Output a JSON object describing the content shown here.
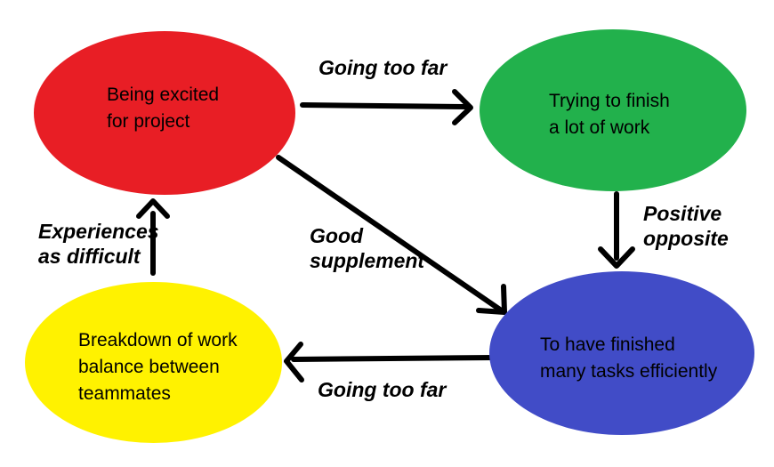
{
  "diagram": {
    "background_color": "#ffffff",
    "arrow_color": "#000000",
    "text_color": "#000000",
    "nodes": [
      {
        "id": "being-excited",
        "color": "#e81e25",
        "lines": [
          "Being excited",
          "for project"
        ]
      },
      {
        "id": "trying-finish",
        "color": "#22b14c",
        "lines": [
          "Trying to finish",
          "a lot of work"
        ]
      },
      {
        "id": "finished-tasks",
        "color": "#414cc7",
        "lines": [
          "To have finished",
          "many tasks efficiently"
        ]
      },
      {
        "id": "breakdown",
        "color": "#fff200",
        "lines": [
          "Breakdown of work",
          "balance between",
          "teammates"
        ]
      }
    ],
    "edges": [
      {
        "from": "being-excited",
        "to": "trying-finish",
        "label": "Going too far",
        "label_lines": [
          "Going too far"
        ]
      },
      {
        "from": "trying-finish",
        "to": "finished-tasks",
        "label": "Positive opposite",
        "label_lines": [
          "Positive",
          "opposite"
        ]
      },
      {
        "from": "being-excited",
        "to": "finished-tasks",
        "label": "Good supplement",
        "label_lines": [
          "Good",
          "supplement"
        ]
      },
      {
        "from": "finished-tasks",
        "to": "breakdown",
        "label": "Going too far",
        "label_lines": [
          "Going too far"
        ]
      },
      {
        "from": "breakdown",
        "to": "being-excited",
        "label": "Experiences as difficult",
        "label_lines": [
          "Experiences",
          "as difficult"
        ]
      }
    ]
  }
}
